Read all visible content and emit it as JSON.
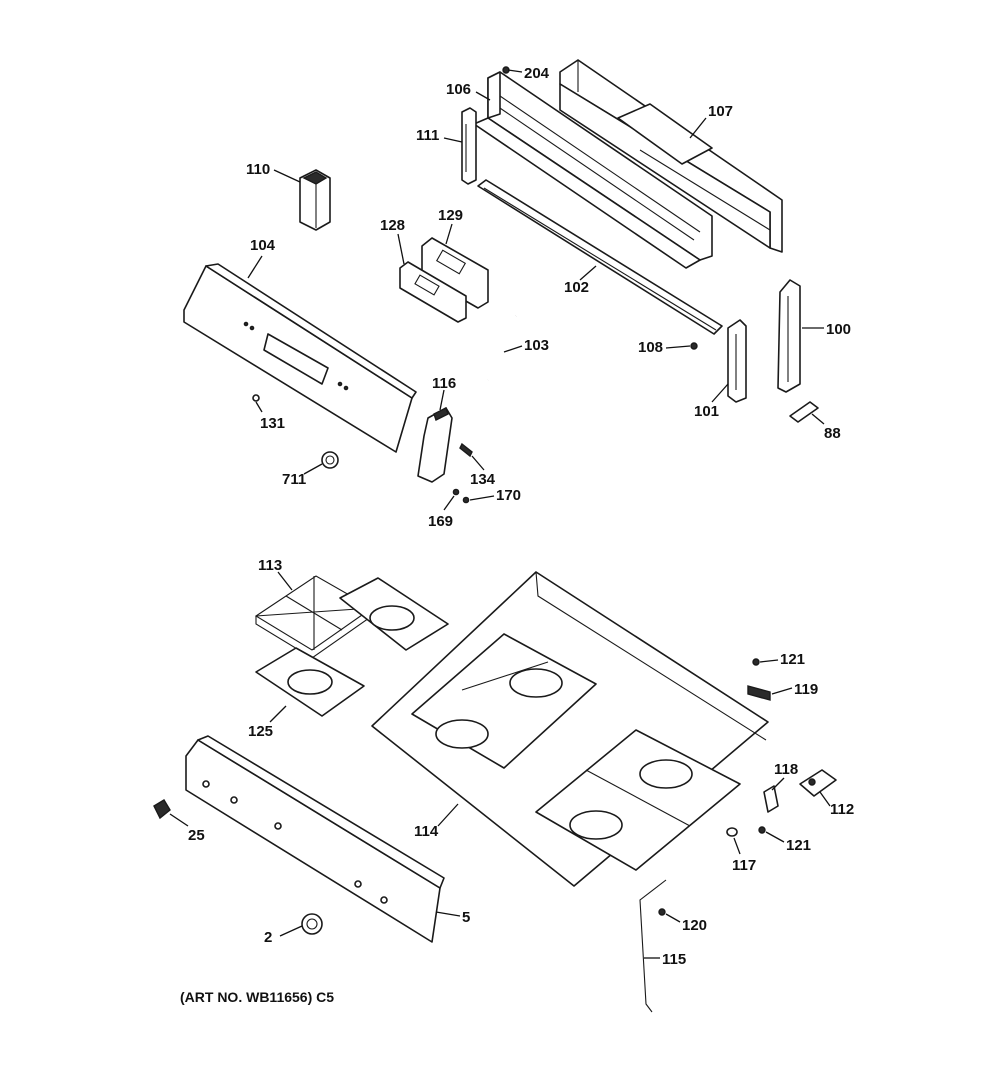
{
  "art_number": "(ART NO. WB11656) C5",
  "callouts": [
    {
      "id": "p204",
      "label": "204"
    },
    {
      "id": "p106",
      "label": "106"
    },
    {
      "id": "p107",
      "label": "107"
    },
    {
      "id": "p111",
      "label": "111"
    },
    {
      "id": "p110",
      "label": "110"
    },
    {
      "id": "p129",
      "label": "129"
    },
    {
      "id": "p128",
      "label": "128"
    },
    {
      "id": "p104",
      "label": "104"
    },
    {
      "id": "p102",
      "label": "102"
    },
    {
      "id": "p103",
      "label": "103"
    },
    {
      "id": "p108",
      "label": "108"
    },
    {
      "id": "p100",
      "label": "100"
    },
    {
      "id": "p101",
      "label": "101"
    },
    {
      "id": "p88",
      "label": "88"
    },
    {
      "id": "p116",
      "label": "116"
    },
    {
      "id": "p131",
      "label": "131"
    },
    {
      "id": "p134",
      "label": "134"
    },
    {
      "id": "p711",
      "label": "711"
    },
    {
      "id": "p170",
      "label": "170"
    },
    {
      "id": "p169",
      "label": "169"
    },
    {
      "id": "p113",
      "label": "113"
    },
    {
      "id": "p125",
      "label": "125"
    },
    {
      "id": "p121a",
      "label": "121"
    },
    {
      "id": "p119",
      "label": "119"
    },
    {
      "id": "p118",
      "label": "118"
    },
    {
      "id": "p112",
      "label": "112"
    },
    {
      "id": "p114",
      "label": "114"
    },
    {
      "id": "p121b",
      "label": "121"
    },
    {
      "id": "p117",
      "label": "117"
    },
    {
      "id": "p25",
      "label": "25"
    },
    {
      "id": "p120",
      "label": "120"
    },
    {
      "id": "p5",
      "label": "5"
    },
    {
      "id": "p2",
      "label": "2"
    },
    {
      "id": "p115",
      "label": "115"
    }
  ]
}
